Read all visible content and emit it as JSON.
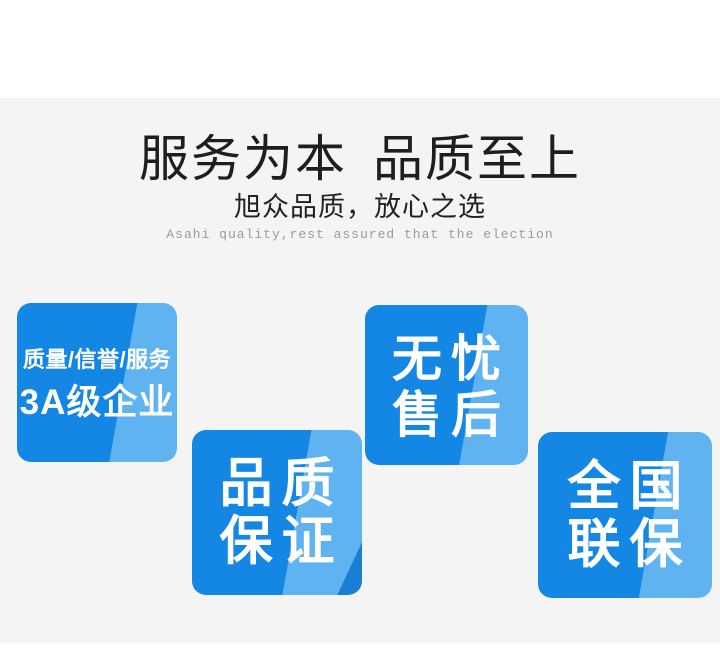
{
  "page": {
    "background_color": "#ffffff",
    "band_color": "#f4f4f4"
  },
  "header": {
    "title_part1": "服务为本",
    "title_part2": "品质至上",
    "subtitle": "旭众品质，放心之选",
    "subtitle_en": "Asahi quality,rest assured that the election"
  },
  "badges": [
    {
      "name": "credit-3a-enterprise",
      "line1": "质量/信誉/服务",
      "line2": "3A级企业"
    },
    {
      "name": "quality-guarantee",
      "line1": "品质",
      "line2": "保证"
    },
    {
      "name": "worry-free-aftersale",
      "line1": "无忧",
      "line2": "售后"
    },
    {
      "name": "nationwide-warranty",
      "line1": "全国",
      "line2": "联保"
    }
  ],
  "colors": {
    "badge_dark_blue": "#1487e4",
    "badge_light_blue": "#5fb3f0",
    "badge_corner_blue": "#1a7ed6",
    "title_text": "#1e1e1e",
    "subtitle_text": "#222222",
    "subtitle_en_text": "#9b9b9b"
  }
}
